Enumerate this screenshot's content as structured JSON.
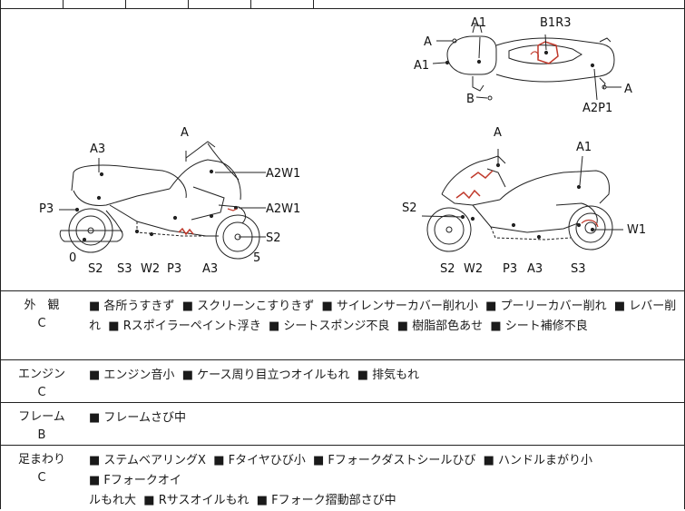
{
  "diagram": {
    "top_view_labels": {
      "a_upper_left": "A",
      "a1_upper": "A1",
      "b1r3": "B1R3",
      "a1_left": "A1",
      "a_right": "A",
      "b": "B",
      "a2p1": "A2P1"
    },
    "left_view_labels": {
      "a3": "A3",
      "a": "A",
      "a2w1_upper": "A2W1",
      "p3": "P3",
      "a2w1_lower": "A2W1",
      "s2_right": "S2",
      "zero": "0",
      "five": "5",
      "bottom": [
        "S2",
        "S3",
        "W2",
        "P3",
        "A3"
      ]
    },
    "right_view_labels": {
      "a": "A",
      "a1": "A1",
      "s2": "S2",
      "w1": "W1",
      "bottom": [
        "S2",
        "W2",
        "P3",
        "A3",
        "S3"
      ]
    }
  },
  "rows": [
    {
      "name": "外　観",
      "grade": "C",
      "lines": [
        [
          "■ 各所うすきず",
          "■ スクリーンこすりきず",
          "■ サイレンサーカバー削れ小",
          "■ プーリーカバー削れ",
          "■ レバー削"
        ],
        [
          "れ",
          "■ Rスポイラーペイント浮き",
          "■ シートスポンジ不良",
          "■ 樹脂部色あせ",
          "■ シート補修不良"
        ]
      ]
    },
    {
      "name": "エンジン",
      "grade": "C",
      "lines": [
        [
          "■ エンジン音小",
          "■ ケース周り目立つオイルもれ",
          "■ 排気もれ"
        ]
      ]
    },
    {
      "name": "フレーム",
      "grade": "B",
      "lines": [
        [
          "■ フレームさび中"
        ]
      ]
    },
    {
      "name": "足まわり",
      "grade": "C",
      "lines": [
        [
          "■ ステムベアリングX",
          "■ Fタイヤひび小",
          "■ Fフォークダストシールひび",
          "■ ハンドルまがり小",
          "■ Fフォークオイ"
        ],
        [
          "ルもれ大",
          "■ Rサスオイルもれ",
          "■ Fフォーク摺動部さび中"
        ]
      ]
    }
  ],
  "colors": {
    "damage_mark": "#c0392b",
    "line": "#222222"
  }
}
